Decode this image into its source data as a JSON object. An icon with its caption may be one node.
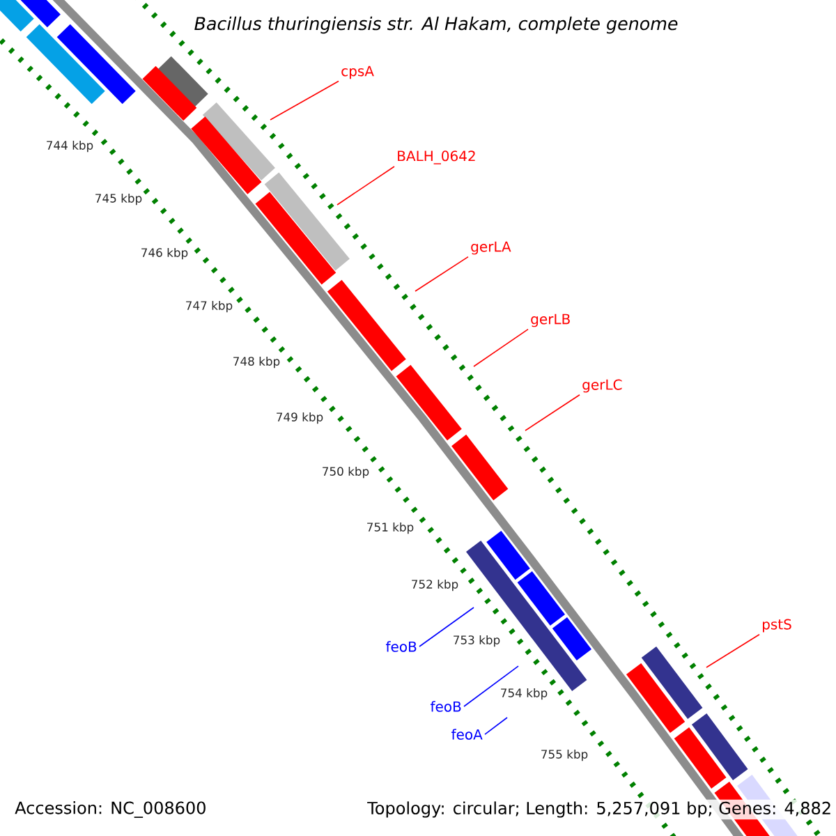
{
  "diagram": {
    "title": "*Bacillus thuringiensis* str. Al Hakam, complete genome",
    "nodes": [
      {
        "text": [
          "cpsA"
        ]
      },
      {
        "text": [
          "BALH_0642"
        ]
      },
      {
        "text": [
          "gerLA"
        ]
      },
      {
        "text": [
          "gerLB"
        ]
      },
      {
        "text": [
          "gerLC"
        ]
      },
      {
        "text": [
          "pstS"
        ]
      },
      {
        "text": [
          "feoB"
        ]
      },
      {
        "text": [
          "feoB"
        ]
      },
      {
        "text": [
          "feoA"
        ]
      }
    ],
    "edges": [
      {
        "from": 0,
        "to": null,
        "arrow": "none"
      },
      {
        "from": 1,
        "to": null,
        "arrow": "none"
      },
      {
        "from": 2,
        "to": null,
        "arrow": "none"
      },
      {
        "from": 3,
        "to": null,
        "arrow": "none"
      },
      {
        "from": 4,
        "to": null,
        "arrow": "none"
      },
      {
        "from": 5,
        "to": null,
        "arrow": "none"
      },
      {
        "from": 6,
        "to": null,
        "arrow": "none",
        "color": "#0000ff"
      },
      {
        "from": 7,
        "to": null,
        "arrow": "none",
        "color": "#0000ff"
      },
      {
        "from": 8,
        "to": null,
        "arrow": "none",
        "color": "#0000ff"
      }
    ],
    "labels": [
      "744 kbp",
      "745 kbp",
      "746 kbp",
      "747 kbp",
      "748 kbp",
      "749 kbp",
      "750 kbp",
      "751 kbp",
      "752 kbp",
      "753 kbp",
      "754 kbp",
      "755 kbp",
      "Accession: NC_008600",
      "Topology: circular; Length: 5,257,091 bp; Genes: 4,882"
    ]
  }
}
